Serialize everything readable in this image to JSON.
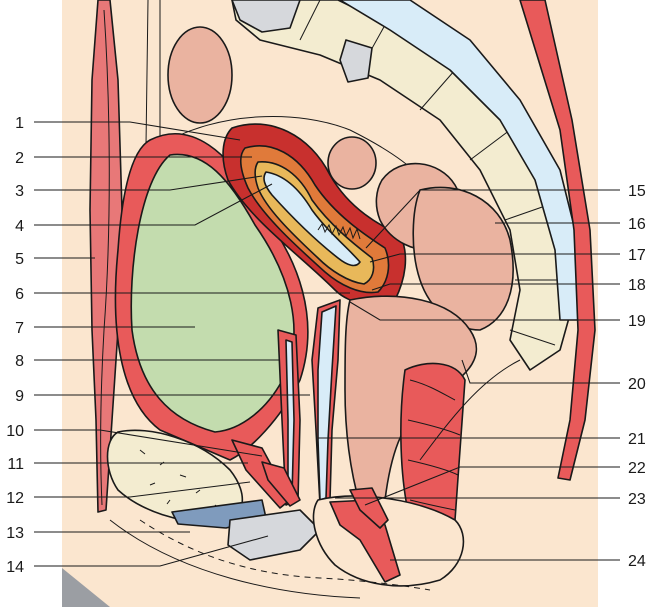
{
  "colors": {
    "background": "#fbe6cf",
    "muscle": "#e85a5a",
    "muscle_dark": "#c8302e",
    "bladder": "#c3dcae",
    "lumen": "#d8ecf8",
    "bone": "#f3ecd0",
    "organ_pink": "#eab3a0",
    "endometrium": "#e0a030",
    "myometrium_inner": "#e89a3a",
    "gray": "#d6d8dc",
    "blue_gray": "#7f9bbd"
  },
  "labels_left": [
    "1",
    "2",
    "3",
    "4",
    "5",
    "6",
    "7",
    "8",
    "9",
    "10",
    "11",
    "12",
    "13",
    "14"
  ],
  "labels_right": [
    "15",
    "16",
    "17",
    "18",
    "19",
    "20",
    "21",
    "22",
    "23",
    "24"
  ]
}
